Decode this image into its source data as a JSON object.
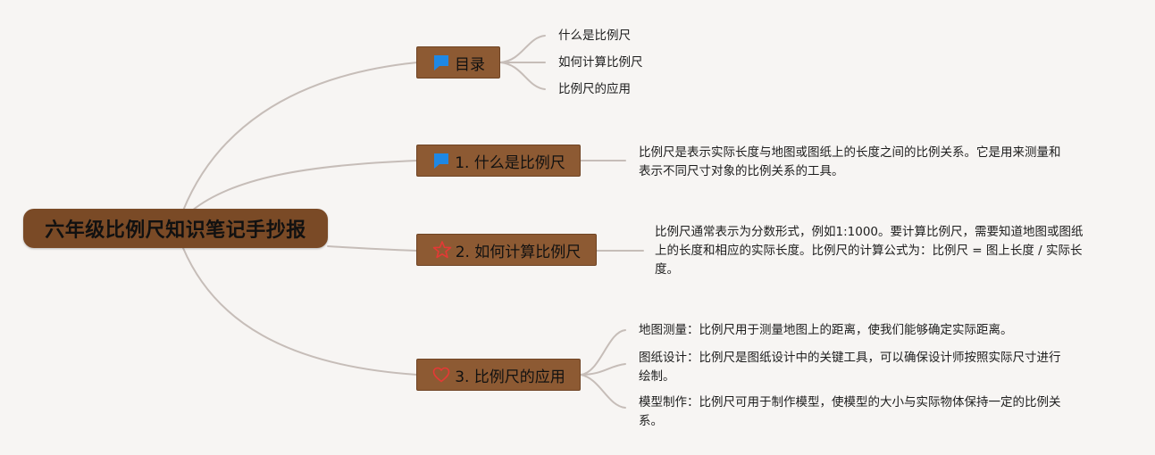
{
  "root": {
    "title": "六年级比例尺知识笔记手抄报"
  },
  "topics": [
    {
      "label": "目录",
      "icon": "flag-icon",
      "children": [
        "什么是比例尺",
        "如何计算比例尺",
        "比例尺的应用"
      ]
    },
    {
      "label": "1. 什么是比例尺",
      "icon": "flag-icon",
      "text": [
        "比例尺是表示实际长度与地图或图纸上的长度之间的比例关系。它是用来测量和",
        "表示不同尺寸对象的比例关系的工具。"
      ]
    },
    {
      "label": "2. 如何计算比例尺",
      "icon": "star-icon",
      "text": [
        "比例尺通常表示为分数形式，例如1:1000。要计算比例尺，需要知道地图或图纸",
        "上的长度和相应的实际长度。比例尺的计算公式为：比例尺 = 图上长度 / 实际长",
        "度。"
      ]
    },
    {
      "label": "3. 比例尺的应用",
      "icon": "heart-icon",
      "items": [
        [
          "地图测量：比例尺用于测量地图上的距离，使我们能够确定实际距离。"
        ],
        [
          "图纸设计：比例尺是图纸设计中的关键工具，可以确保设计师按照实际尺寸进行",
          "绘制。"
        ],
        [
          "模型制作：比例尺可用于制作模型，使模型的大小与实际物体保持一定的比例关",
          "系。"
        ]
      ]
    }
  ],
  "colors": {
    "background": "#f7f5f3",
    "node_fill": "#8d5a33",
    "root_fill": "#7a4a26",
    "link": "#c6bdb8",
    "flag": "#1e88e5",
    "outline_icon": "#e53935"
  }
}
